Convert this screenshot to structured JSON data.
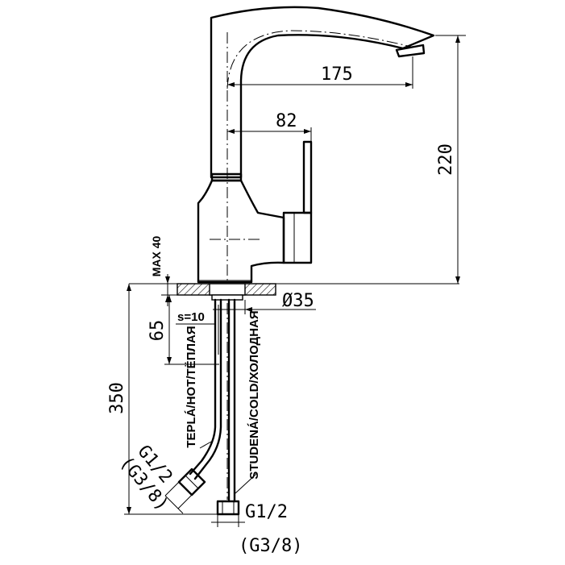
{
  "dimensions": {
    "spout_reach": "175",
    "lever_offset": "82",
    "total_height": "220",
    "max_deck": "MAX 40",
    "base_diameter": "Ø35",
    "hose_depth": "65",
    "hose_length": "350",
    "wall_thickness": "s=10"
  },
  "hoses": {
    "hot_label": "TEPLÁ/HOT/ТЁПЛАЯ",
    "cold_label": "STUDENÁ/COLD/ХОЛОДНАЯ"
  },
  "threads": {
    "left_main": "G1/2",
    "left_alt": "(G3/8)",
    "bottom_main": "G1/2",
    "bottom_alt": "(G3/8)"
  }
}
